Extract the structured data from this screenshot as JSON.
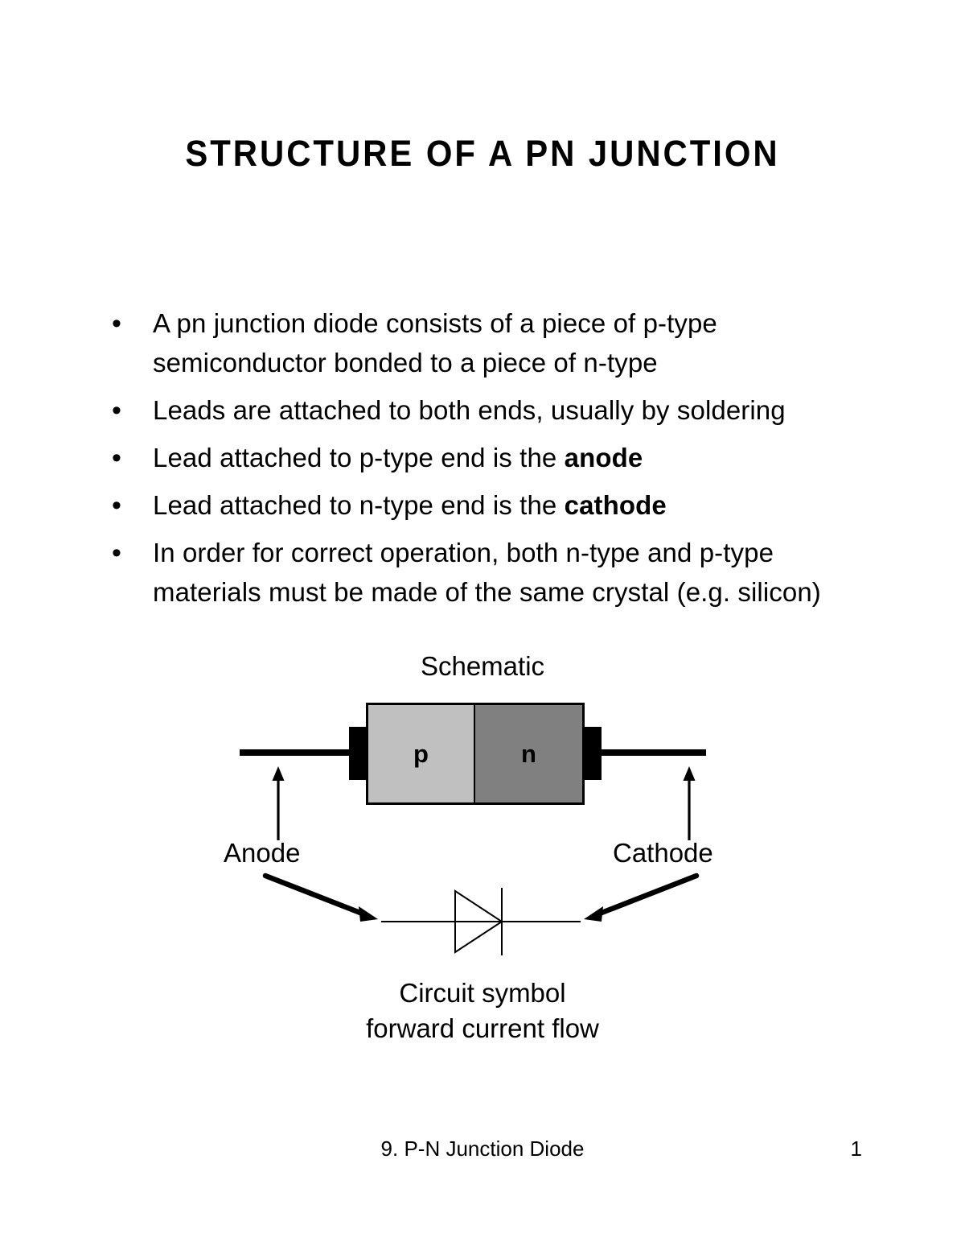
{
  "slide": {
    "title": "STRUCTURE OF A PN JUNCTION",
    "background_color": "#ffffff",
    "text_color": "#000000"
  },
  "bullets": [
    {
      "marker": "•",
      "text_html": "A pn junction diode consists of a piece of p-type semiconductor bonded to a piece of n-type",
      "text_plain": "A pn junction diode consists of a piece of p-type semiconductor bonded to a piece of n-type"
    },
    {
      "marker": "•",
      "text_html": "Leads are attached to both ends, usually by soldering",
      "text_plain": "Leads are attached to both ends, usually by soldering"
    },
    {
      "marker": "•",
      "text_html": "Lead attached to p-type end is the <b>anode</b>",
      "text_plain": "Lead attached to p-type end is the anode"
    },
    {
      "marker": "•",
      "text_html": "Lead attached to n-type end is the <b>cathode</b>",
      "text_plain": "Lead attached to n-type end is the cathode"
    },
    {
      "marker": "•",
      "text_html": "In order for correct operation, both n-type and p-type materials must be made of the same crystal (e.g. silicon)",
      "text_plain": "In order for correct operation, both n-type and p-type materials must be made of the same crystal (e.g. silicon)"
    }
  ],
  "diagram": {
    "schematic_label": "Schematic",
    "p_region_label": "p",
    "n_region_label": "n",
    "p_region_color": "#c0c0c0",
    "n_region_color": "#808080",
    "lead_color": "#000000",
    "anode_label": "Anode",
    "cathode_label": "Cathode",
    "circuit_caption_line1": "Circuit symbol",
    "circuit_caption_line2": "forward current flow"
  },
  "footer": {
    "title": "9. P-N Junction Diode",
    "page_number": "1"
  }
}
